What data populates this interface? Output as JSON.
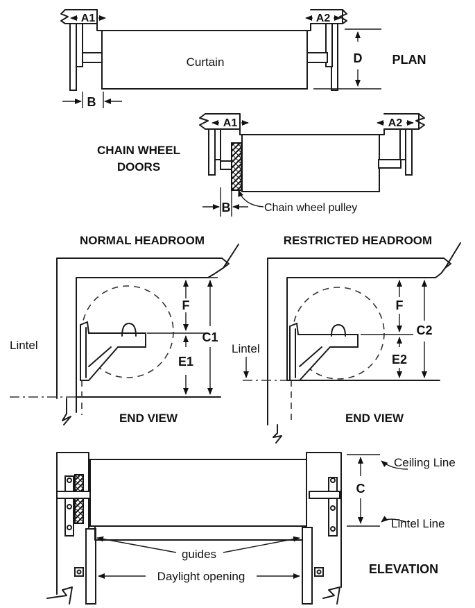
{
  "labels": {
    "a1": "A1",
    "a2": "A2",
    "b": "B",
    "d": "D",
    "plan": "PLAN",
    "curtain": "Curtain",
    "chain_wheel_doors": [
      "CHAIN WHEEL",
      "DOORS"
    ],
    "chain_wheel_pulley": "Chain wheel pulley",
    "normal_headroom": "NORMAL HEADROOM",
    "restricted_headroom": "RESTRICTED HEADROOM",
    "lintel": "Lintel",
    "f": "F",
    "c1": "C1",
    "c2": "C2",
    "e1": "E1",
    "e2": "E2",
    "end_view": "END VIEW",
    "c": "C",
    "ceiling_line": "Ceiling Line",
    "lintel_line": "Lintel Line",
    "guides": "guides",
    "daylight_opening": "Daylight opening",
    "elevation": "ELEVATION"
  }
}
